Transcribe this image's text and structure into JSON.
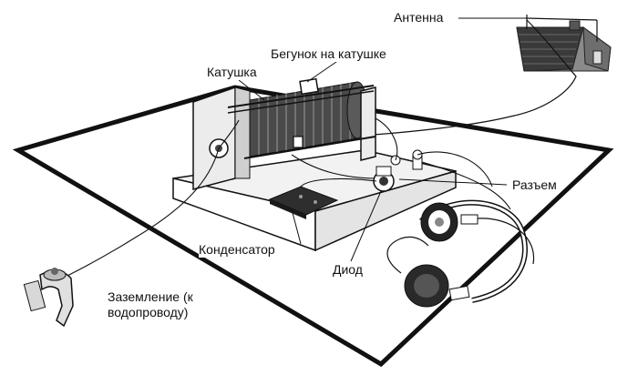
{
  "labels": {
    "antenna": "Антенна",
    "slider": "Бегунок на катушке",
    "coil": "Катушка",
    "jack": "Разъем",
    "capacitor": "Конденсатор",
    "diode": "Диод",
    "ground": "Заземление (к\nводопроводу)"
  },
  "colors": {
    "ink": "#111111",
    "roof": "#3a3a3a",
    "wall": "#7a7a7a",
    "board": "#f2f2f2"
  }
}
